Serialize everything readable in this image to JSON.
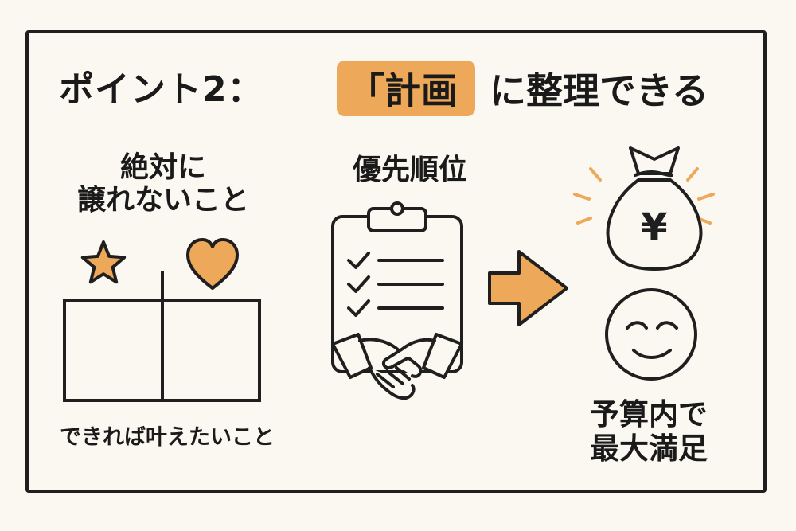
{
  "heading": "ポイント2：",
  "title": {
    "highlight": "「計画",
    "rest": "に整理できる"
  },
  "must_have": {
    "line1": "絶対に",
    "line2": "譲れないこと"
  },
  "nice_to_have": "できれば叶えたいこと",
  "priority_label": "優先順位",
  "result": {
    "line1": "予算内で",
    "line2": "最大満足"
  },
  "yen_symbol": "¥",
  "icons": [
    "star-icon",
    "heart-icon",
    "clipboard-checklist-icon",
    "handshake-icon",
    "arrow-right-icon",
    "money-bag-icon",
    "smiling-face-icon"
  ],
  "colors": {
    "accent": "#eda85a",
    "ink": "#1f1f1f",
    "background": "#fbf8f1"
  }
}
